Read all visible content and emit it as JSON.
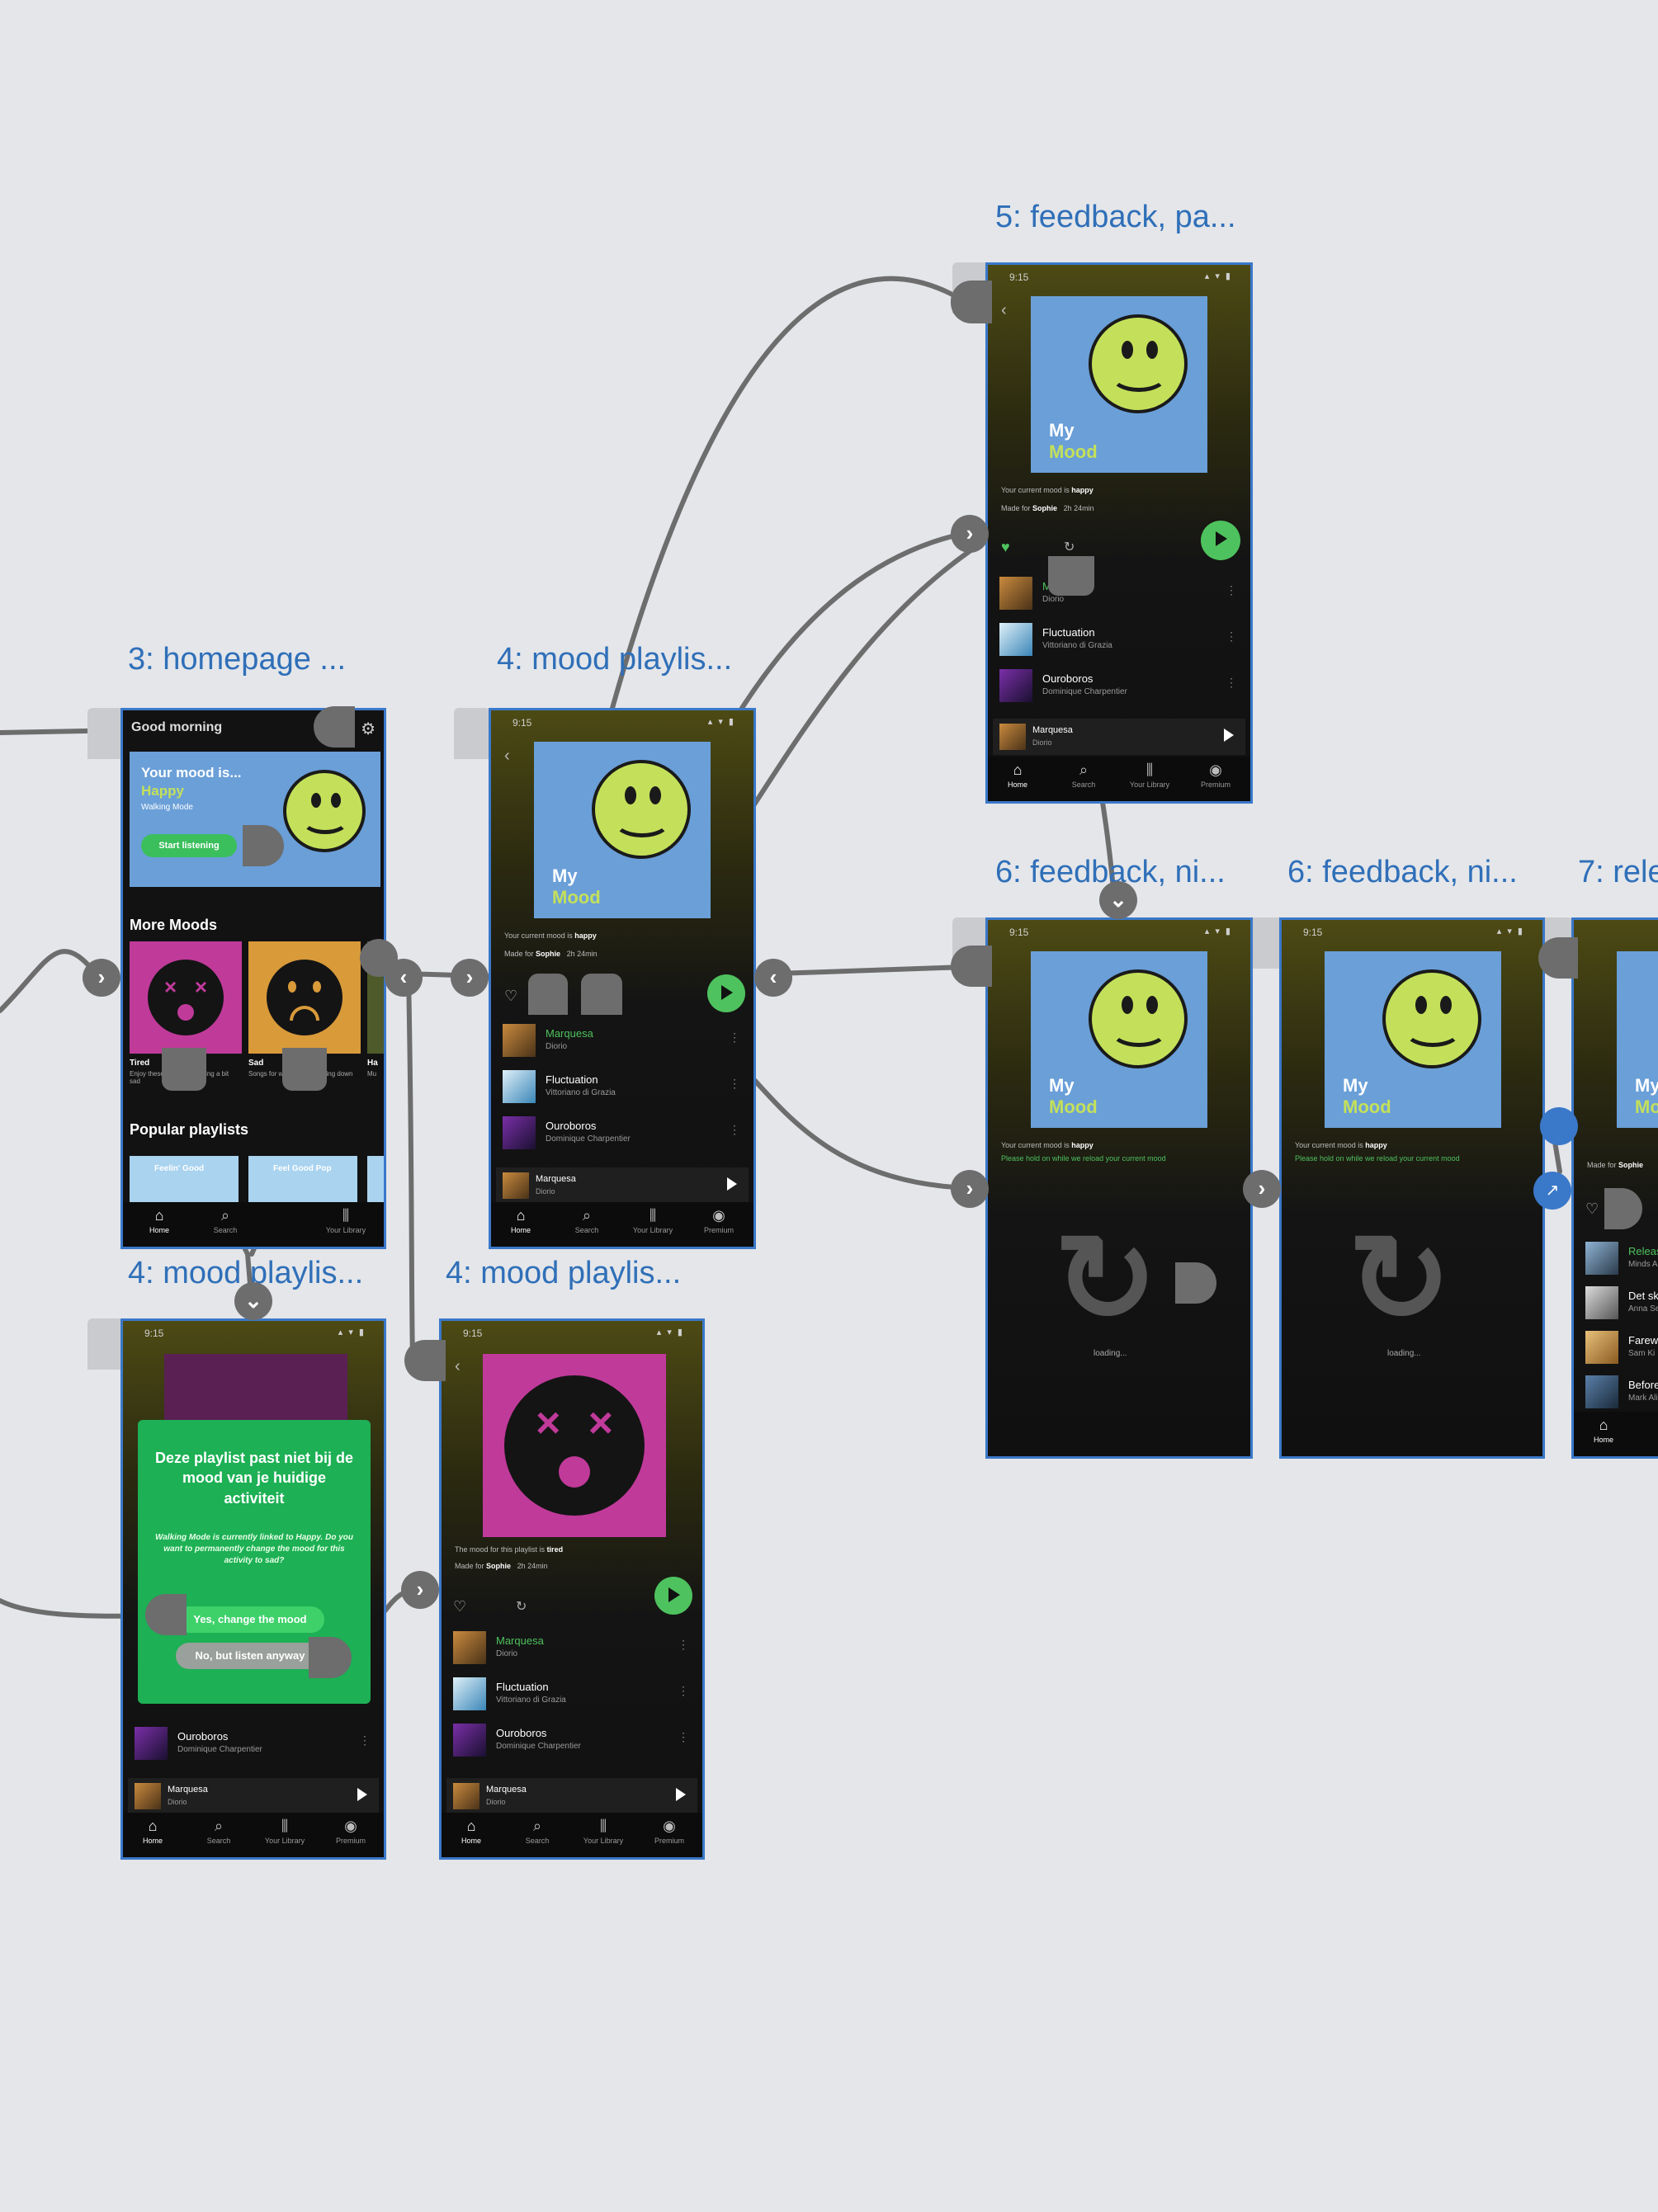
{
  "artboards": [
    {
      "title": "3: homepage ..."
    },
    {
      "title": "4: mood playlis..."
    },
    {
      "title": "4: mood playlis..."
    },
    {
      "title": "4: mood playlis..."
    },
    {
      "title": "5: feedback, pa..."
    },
    {
      "title": "6: feedback, ni..."
    },
    {
      "title": "6: feedback, ni..."
    },
    {
      "title": "7: rele"
    }
  ],
  "status": {
    "time": "9:15",
    "icons": "▴ ▾ ▮"
  },
  "home": {
    "header": "Good morning",
    "hero_title": "Your mood is...",
    "hero_mood": "Happy",
    "hero_sub": "Walking Mode",
    "start_button": "Start listening",
    "more_moods": "More Moods",
    "mood1_name": "Tired",
    "mood1_desc": "Enjoy these songs for feeling a bit sad",
    "mood2_name": "Sad",
    "mood2_desc": "Songs for when you're feeling down",
    "mood3_name": "Ha",
    "mood3_desc": "Mu",
    "popular": "Popular playlists",
    "pl1": "Feelin' Good",
    "pl2": "Feel Good Pop"
  },
  "playlist": {
    "cover_my": "My",
    "cover_mood": "Mood",
    "current_mood": "Your current mood is",
    "mood_value": "happy",
    "made_for": "Made for",
    "user": "Sophie",
    "duration": "2h 24min",
    "sad_mood_line": "The mood for this playlist is",
    "sad_mood_value": "tired",
    "tracks": [
      {
        "title": "Marquesa",
        "artist": "Diorio"
      },
      {
        "title": "Fluctuation",
        "artist": "Vittoriano di Grazia"
      },
      {
        "title": "Ouroboros",
        "artist": "Dominique Charpentier"
      }
    ],
    "now_playing_title": "Marquesa",
    "now_playing_artist": "Diorio"
  },
  "feedback": {
    "hint": "Please hold on while we reload your current mood",
    "loading": "loading..."
  },
  "modal": {
    "title": "Deze playlist past niet bij de mood van je huidige activiteit",
    "body": "Walking Mode is currently linked to Happy. Do you want to permanently change the mood for this activity to sad?",
    "yes": "Yes, change the mood",
    "no": "No, but listen anyway"
  },
  "release": {
    "rows": [
      {
        "title": "Release",
        "artist": "Minds Ali"
      },
      {
        "title": "Det ski",
        "artist": "Anna Se"
      },
      {
        "title": "Farewe",
        "artist": "Sam Ki"
      },
      {
        "title": "Before",
        "artist": "Mark Ali"
      }
    ]
  },
  "nav": {
    "home": "Home",
    "search": "Search",
    "library": "Your Library",
    "premium": "Premium"
  },
  "colors": {
    "canvas": "#e4e6ea",
    "accent_blue": "#2f6fb8",
    "spotify_green": "#1db054",
    "cover_blue": "#6a9fd8",
    "smiley_yellow": "#c4e05a",
    "mood_pink": "#c03a9a",
    "mood_orange": "#d99a3a"
  },
  "icons": [
    "chevron-right-icon",
    "chevron-down-icon",
    "heart-icon",
    "refresh-icon",
    "home-icon",
    "search-icon",
    "library-icon",
    "premium-icon",
    "gear-icon",
    "play-icon"
  ]
}
